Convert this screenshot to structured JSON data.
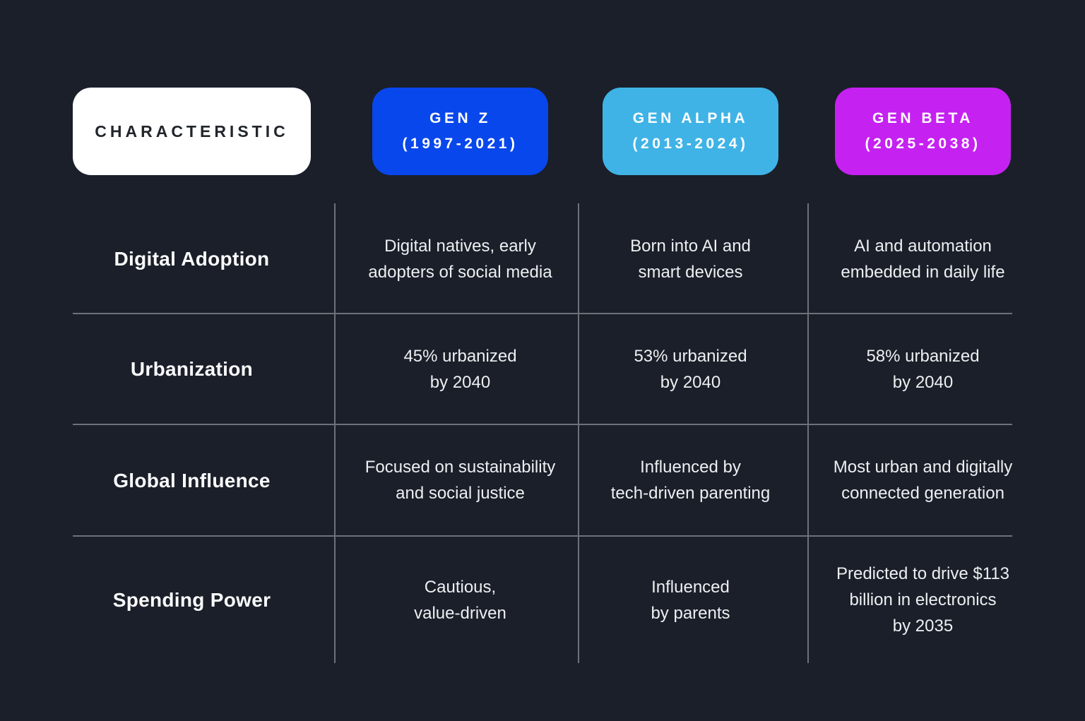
{
  "page": {
    "background_color": "#1a1f29",
    "grid_line_color": "#6d727a"
  },
  "header": {
    "characteristic": {
      "label": "CHARACTERISTIC",
      "bg": "#ffffff",
      "text_color": "#22262b"
    },
    "gen_z": {
      "label": "GEN Z\n(1997-2021)",
      "bg": "#0847eb",
      "text_color": "#ffffff"
    },
    "gen_alpha": {
      "label": "GEN ALPHA\n(2013-2024)",
      "bg": "#3fb3e6",
      "text_color": "#ffffff"
    },
    "gen_beta": {
      "label": "GEN BETA\n(2025-2038)",
      "bg": "#c521f1",
      "text_color": "#ffffff"
    }
  },
  "rows": [
    {
      "label": "Digital Adoption",
      "gen_z": "Digital natives, early\nadopters of social media",
      "gen_alpha": "Born into AI and\nsmart devices",
      "gen_beta": "AI and automation\nembedded in daily life"
    },
    {
      "label": "Urbanization",
      "gen_z": "45% urbanized\nby 2040",
      "gen_alpha": "53% urbanized\nby 2040",
      "gen_beta": "58% urbanized\nby 2040"
    },
    {
      "label": "Global Influence",
      "gen_z": "Focused on sustainability\nand social justice",
      "gen_alpha": "Influenced by\ntech-driven parenting",
      "gen_beta": "Most urban and digitally\nconnected generation"
    },
    {
      "label": "Spending Power",
      "gen_z": "Cautious,\nvalue-driven",
      "gen_alpha": "Influenced\nby parents",
      "gen_beta": "Predicted to drive $113\nbillion in electronics\nby 2035"
    }
  ],
  "chart_data": {
    "type": "table",
    "title": "",
    "columns": [
      "CHARACTERISTIC",
      "GEN Z (1997-2021)",
      "GEN ALPHA (2013-2024)",
      "GEN BETA (2025-2038)"
    ],
    "column_colors": [
      "#ffffff",
      "#0847eb",
      "#3fb3e6",
      "#c521f1"
    ],
    "rows": [
      [
        "Digital Adoption",
        "Digital natives, early adopters of social media",
        "Born into AI and smart devices",
        "AI and automation embedded in daily life"
      ],
      [
        "Urbanization",
        "45% urbanized by 2040",
        "53% urbanized by 2040",
        "58% urbanized by 2040"
      ],
      [
        "Global Influence",
        "Focused on sustainability and social justice",
        "Influenced by tech-driven parenting",
        "Most urban and digitally connected generation"
      ],
      [
        "Spending Power",
        "Cautious, value-driven",
        "Influenced by parents",
        "Predicted to drive $113 billion in electronics by 2035"
      ]
    ]
  }
}
